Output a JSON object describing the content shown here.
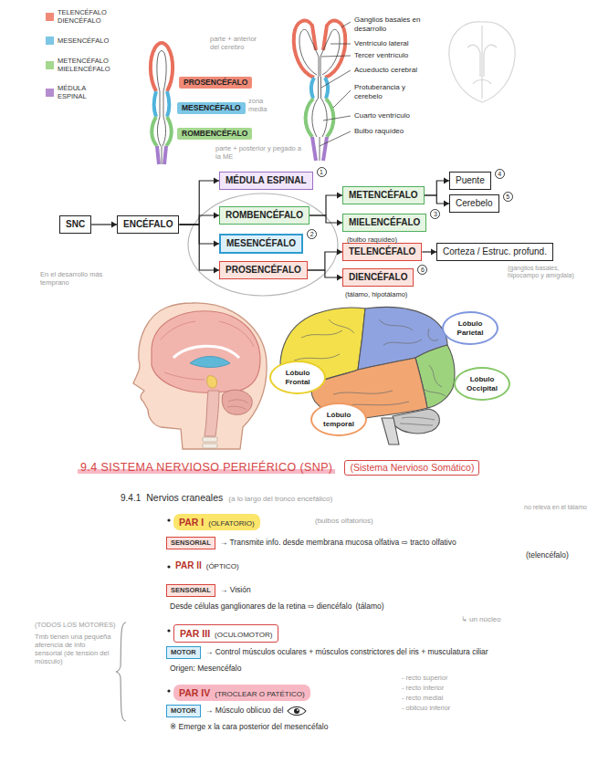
{
  "diagram": {
    "title": "9.4 SISTEMA NERVIOSO PERIFÉRICO (SNP)",
    "nodes": [
      {
        "text": [
          "PROSENCÉFALO"
        ]
      },
      {
        "text": [
          "MESENCÉFALO"
        ]
      },
      {
        "text": [
          "ROMBENCÉFALO"
        ]
      },
      {
        "text": [
          "SNC"
        ]
      },
      {
        "text": [
          "ENCÉFALO"
        ]
      },
      {
        "text": [
          "MÉDULA ESPINAL"
        ]
      },
      {
        "text": [
          "ROMBENCÉFALO"
        ]
      },
      {
        "text": [
          "MESENCÉFALO"
        ]
      },
      {
        "text": [
          "PROSENCÉFALO"
        ]
      },
      {
        "text": [
          "METENCÉFALO"
        ]
      },
      {
        "text": [
          "MIELENCÉFALO"
        ]
      },
      {
        "text": [
          "TELENCÉFALO"
        ]
      },
      {
        "text": [
          "DIENCÉFALO"
        ]
      },
      {
        "text": [
          "Puente"
        ]
      },
      {
        "text": [
          "Cerebelo"
        ]
      },
      {
        "text": [
          "Corteza / Estruc. profund."
        ]
      },
      {
        "text": [
          "Lóbulo Parietal"
        ]
      },
      {
        "text": [
          "Lóbulo Frontal"
        ]
      },
      {
        "text": [
          "Lóbulo Occipital"
        ]
      },
      {
        "text": [
          "Lóbulo temporal"
        ]
      },
      {
        "text": [
          "(Sistema Nervioso Somático)"
        ]
      },
      {
        "text": [
          "PAR I",
          "(OLFATORIO)"
        ]
      },
      {
        "text": [
          "SENSORIAL"
        ]
      },
      {
        "text": [
          "SENSORIAL"
        ]
      },
      {
        "text": [
          "PAR III",
          "(OCULOMOTOR)"
        ]
      },
      {
        "text": [
          "MOTOR"
        ]
      },
      {
        "text": [
          "PAR IV",
          "(TROCLEAR O PATÉTICO)"
        ]
      },
      {
        "text": [
          "MOTOR"
        ]
      }
    ],
    "edges": [
      {
        "from": 3,
        "to": 4,
        "arrow": "to"
      },
      {
        "from": 4,
        "to": 5,
        "arrow": "to"
      },
      {
        "from": 4,
        "to": 6,
        "arrow": "to"
      },
      {
        "from": 4,
        "to": 7,
        "arrow": "to"
      },
      {
        "from": 4,
        "to": 8,
        "arrow": "to"
      },
      {
        "from": 6,
        "to": 9,
        "arrow": "to"
      },
      {
        "from": 6,
        "to": 10,
        "arrow": "to"
      },
      {
        "from": 9,
        "to": 13,
        "arrow": "to"
      },
      {
        "from": 9,
        "to": 14,
        "arrow": "to"
      },
      {
        "from": 8,
        "to": 11,
        "arrow": "to"
      },
      {
        "from": 8,
        "to": 12,
        "arrow": "to"
      },
      {
        "from": 11,
        "to": 15,
        "arrow": "to"
      }
    ],
    "labels": [
      "parte + anterior del cerebro",
      "zona media",
      "parte + posterior y pegado a la ME",
      "Ganglios basales en desarrollo",
      "Ventrículo lateral",
      "Tercer ventrículo",
      "Acueducto cerebral",
      "Protuberancia y cerebelo",
      "Cuarto ventrículo",
      "Bulbo raquídeo",
      "1",
      "2",
      "3",
      "(bulbo raquídeo)",
      "4",
      "5",
      "6",
      "(tálamo, hipotálamo)",
      "(ganglios basales, hipocampo y amígdala)",
      "En el desarrollo más temprano",
      "9.4.1",
      "Nervios craneales",
      "(a lo largo del tronco encefálico)",
      "(bulbos olfatorios)",
      "no releva en el tálamo",
      "→ Transmite info. desde membrana mucosa olfativa ⇨ tracto olfativo",
      "(telencéfalo)",
      "PAR II",
      "(ÓPTICO)",
      "→ Visión",
      "Desde células ganglionares de la retina ⇨ diencéfalo",
      "(tálamo)",
      "↳ un núcleo",
      "(TODOS LOS MOTORES)",
      "Tmb tienen una pequeña aferencia de info sensorial (de tensión del músculo)",
      "→ Control músculos oculares + músculos constrictores del iris + musculatura ciliar",
      "Origen: Mesencéfalo",
      "- recto superior",
      "- recto inferior",
      "- recto medial",
      "- oblicuo inferior",
      "→ Músculo oblicuo del",
      "※ Emerge x la cara posterior del mesencéfalo"
    ],
    "legend": [
      {
        "text": "TELENCÉFALO DIENCÉFALO",
        "color": "#f08a77"
      },
      {
        "text": "MESENCÉFALO",
        "color": "#7cc6e6"
      },
      {
        "text": "METENCÉFALO MIELENCÉFALO",
        "color": "#a5d88f"
      },
      {
        "text": "MÉDULA ESPINAL",
        "color": "#b48cd0"
      }
    ]
  }
}
